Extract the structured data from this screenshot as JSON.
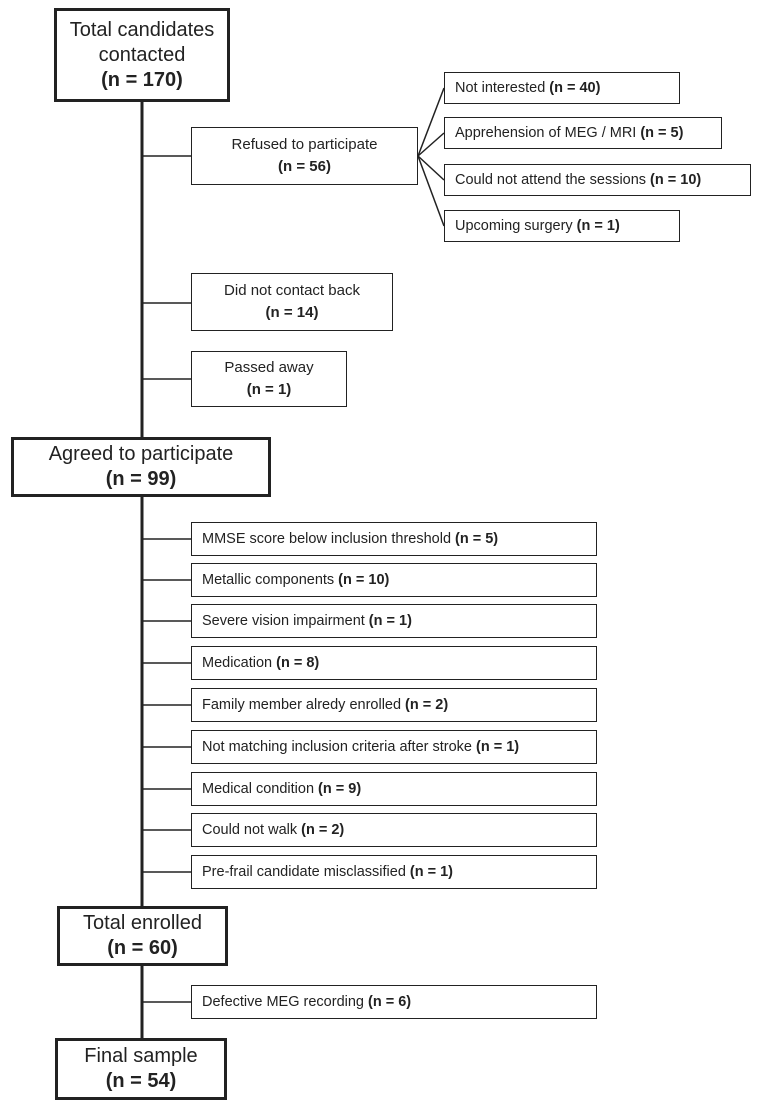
{
  "main": {
    "total": {
      "label": "Total candidates contacted",
      "label_line1": "Total candidates",
      "label_line2": "contacted",
      "n": "(n = 170)"
    },
    "agreed": {
      "label": "Agreed to participate",
      "n": "(n = 99)"
    },
    "enrolled": {
      "label": "Total enrolled",
      "n": "(n = 60)"
    },
    "final": {
      "label": "Final sample",
      "n": "(n = 54)"
    }
  },
  "refused": {
    "label": "Refused to participate",
    "n": "(n = 56)",
    "reasons": [
      {
        "label": "Not interested",
        "n": "(n = 40)"
      },
      {
        "label": "Apprehension of MEG / MRI",
        "n": "(n = 5)"
      },
      {
        "label": "Could not attend the sessions",
        "n": "(n = 10)"
      },
      {
        "label": "Upcoming surgery",
        "n": "(n = 1)"
      }
    ]
  },
  "no_contact": {
    "label": "Did not contact back",
    "n": "(n = 14)"
  },
  "passed_away": {
    "label": "Passed away",
    "n": "(n = 1)"
  },
  "exclusions": [
    {
      "label": "MMSE score below inclusion threshold",
      "n": "(n = 5)"
    },
    {
      "label": "Metallic components",
      "n": "(n = 10)"
    },
    {
      "label": "Severe vision impairment",
      "n": "(n = 1)"
    },
    {
      "label": "Medication",
      "n": "(n = 8)"
    },
    {
      "label": "Family member alredy enrolled",
      "n": "(n = 2)"
    },
    {
      "label": "Not matching inclusion criteria after stroke",
      "n": "(n = 1)"
    },
    {
      "label": "Medical condition",
      "n": "(n = 9)"
    },
    {
      "label": "Could not walk",
      "n": "(n = 2)"
    },
    {
      "label": "Pre-frail candidate misclassified",
      "n": "(n = 1)"
    }
  ],
  "defective": {
    "label": "Defective MEG recording",
    "n": "(n = 6)"
  }
}
